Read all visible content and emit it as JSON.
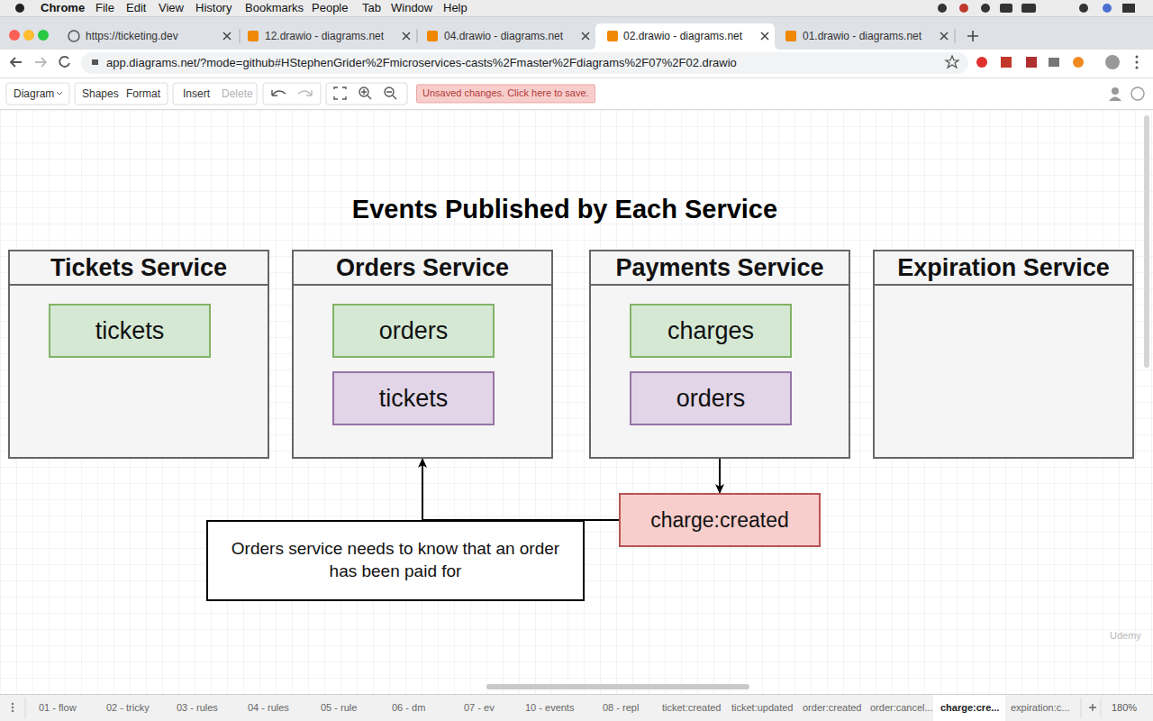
{
  "diagram": {
    "title": "Events Published by Each Service",
    "nodes": [
      {
        "text": [
          "Tickets Service"
        ]
      },
      {
        "text": [
          "tickets"
        ],
        "in": 0
      },
      {
        "text": [
          "Orders Service"
        ]
      },
      {
        "text": [
          "orders"
        ],
        "in": 2
      },
      {
        "text": [
          "tickets"
        ],
        "in": 2
      },
      {
        "text": [
          "Payments Service"
        ]
      },
      {
        "text": [
          "charges"
        ],
        "in": 5
      },
      {
        "text": [
          "orders"
        ],
        "in": 5
      },
      {
        "text": [
          "Expiration Service"
        ]
      },
      {
        "text": [
          "charge:created"
        ]
      },
      {
        "text": [
          "Orders service needs to know that an order has been paid for"
        ]
      }
    ],
    "edges": [
      {
        "from": 5,
        "to": 9,
        "arrow": "to"
      },
      {
        "from": 9,
        "to": 2,
        "arrow": "to"
      }
    ],
    "labels": [
      "Chrome",
      "File",
      "Edit",
      "View",
      "History",
      "Bookmarks",
      "People",
      "Tab",
      "Window",
      "Help",
      "https://ticketing.dev",
      "12.drawio - diagrams.net",
      "04.drawio - diagrams.net",
      "02.drawio - diagrams.net",
      "01.drawio - diagrams.net",
      "app.diagrams.net/?mode=github#HStephenGrider%2Fmicroservices-casts%2Fmaster%2Fdiagrams%2F07%2F02.drawio",
      "Diagram",
      "Shapes",
      "Format",
      "Insert",
      "Delete",
      "Unsaved changes. Click here to save.",
      "01 - flow",
      "02 - tricky",
      "03 - rules",
      "04 - rules",
      "05 - rule",
      "06 - dm",
      "07 - ev",
      "10 - events",
      "08 - repl",
      "ticket:created",
      "ticket:updated",
      "order:created",
      "order:cancel...",
      "charge:cre...",
      "expiration:c...",
      "180%",
      "Udemy"
    ]
  }
}
